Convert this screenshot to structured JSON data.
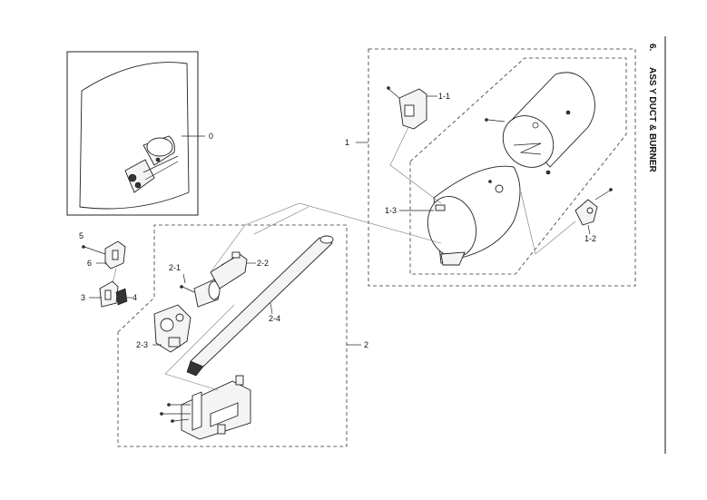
{
  "section": {
    "number": "6.",
    "title": "ASS Y DUCT & BURNER"
  },
  "labels": {
    "p0": "0",
    "p1": "1",
    "p1_1": "1-1",
    "p1_2": "1-2",
    "p1_3": "1-3",
    "p2": "2",
    "p2_1": "2-1",
    "p2_2": "2-2",
    "p2_3": "2-3",
    "p2_4": "2-4",
    "p3": "3",
    "p4": "4",
    "p5": "5",
    "p6": "6"
  },
  "icons": {
    "assembly_overview": "full-assembly-drawing",
    "duct": "cylindrical-duct",
    "burner_tube": "burner-tube",
    "gas_valve": "gas-valve",
    "igniter": "igniter",
    "sensor": "flame-sensor",
    "bracket": "mounting-bracket"
  }
}
